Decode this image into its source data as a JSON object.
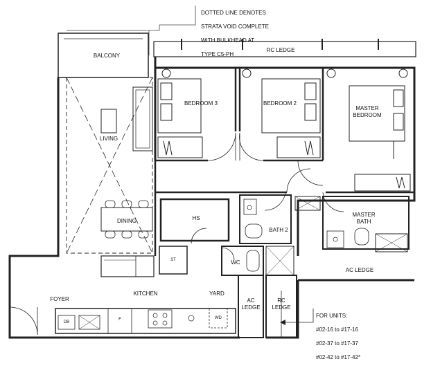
{
  "annotation": {
    "lines": [
      "DOTTED LINE DENOTES",
      "STRATA VOID COMPLETE",
      "WITH BULKHEAD AT",
      "TYPE C5-PH"
    ]
  },
  "rooms": {
    "balcony": "BALCONY",
    "rc_ledge_top": "RC LEDGE",
    "bedroom3": "BEDROOM 3",
    "bedroom2": "BEDROOM 2",
    "master_bedroom": [
      "MASTER",
      "BEDROOM"
    ],
    "living": "LIVING",
    "dining": "DINING",
    "hs": "HS",
    "bath2": "BATH 2",
    "master_bath": [
      "MASTER",
      "BATH"
    ],
    "wc": "WC",
    "ac_ledge_right": "AC LEDGE",
    "foyer": "FOYER",
    "kitchen": "KITCHEN",
    "yard": "YARD",
    "ac_ledge_bottom": [
      "AC",
      "LEDGE"
    ],
    "rc_ledge_bottom": [
      "RC",
      "LEDGE"
    ]
  },
  "fixtures": {
    "st": "ST",
    "db": "DB",
    "fridge": "F",
    "wd": "WD"
  },
  "units_note": {
    "heading": "FOR UNITS:",
    "lines": [
      "#02-16 to #17-16",
      "#02-37 to #17-37",
      "#02-42 to #17-42*"
    ]
  }
}
